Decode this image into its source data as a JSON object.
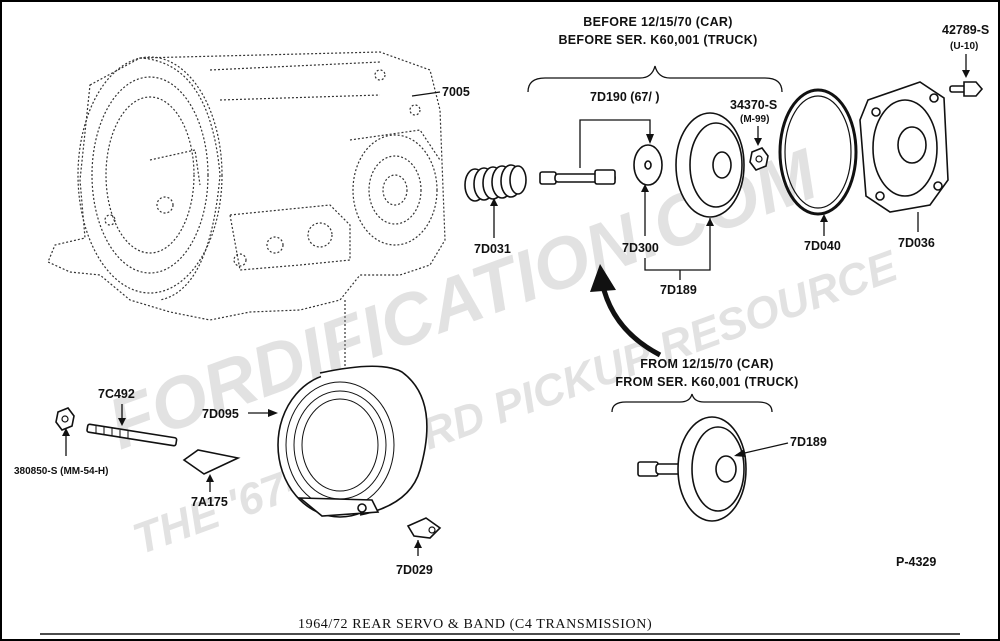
{
  "headers": {
    "before_line1": "BEFORE 12/15/70 (CAR)",
    "before_line2": "BEFORE SER. K60,001 (TRUCK)",
    "from_line1": "FROM  12/15/70 (CAR)",
    "from_line2": "FROM SER. K60,001 (TRUCK)"
  },
  "labels": {
    "case": "7005",
    "rod": "7D190  (67/  )",
    "nut": "34370-S",
    "nut_sub": "(M-99)",
    "bolt": "42789-S",
    "bolt_sub": "(U-10)",
    "spring": "7D031",
    "washer": "7D300",
    "piston": "7D189",
    "seal": "7D040",
    "cover": "7D036",
    "piston_new": "7D189",
    "band": "7D095",
    "adjust_screw": "7C492",
    "lock_nut": "380850-S (MM-54-H)",
    "strut": "7A175",
    "anchor": "7D029"
  },
  "figure_id": "P-4329",
  "caption": "1964/72   REAR SERVO & BAND (C4 TRANSMISSION)",
  "watermark": {
    "line1": "FORDIFICATION.COM",
    "line2": "THE '67-'72 FORD PICKUP RESOURCE"
  }
}
